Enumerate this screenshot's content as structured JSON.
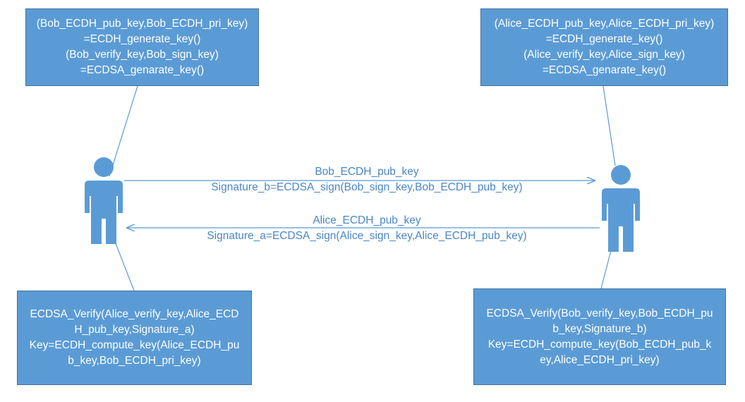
{
  "colors": {
    "box_fill": "#5b9bd5",
    "box_border": "#41719c",
    "box_text": "#ffffff",
    "actor": "#5b9bd5",
    "connector": "#5b9bd5",
    "message_text": "#4a86c5"
  },
  "bob_keys": {
    "lines": [
      "(Bob_ECDH_pub_key,Bob_ECDH_pri_key)",
      "=ECDH_generate_key()",
      "(Bob_verify_key,Bob_sign_key)",
      "=ECDSA_genarate_key()"
    ]
  },
  "alice_keys": {
    "lines": [
      "(Alice_ECDH_pub_key,Alice_ECDH_pri_key)",
      "=ECDH_generate_key()",
      "(Alice_verify_key,Alice_sign_key)",
      "=ECDSA_genarate_key()"
    ]
  },
  "bob_verify": {
    "lines": [
      "ECDSA_Verify(Alice_verify_key,Alice_ECD",
      "H_pub_key,Signature_a)",
      "Key=ECDH_compute_key(Alice_ECDH_pu",
      "b_key,Bob_ECDH_pri_key)"
    ]
  },
  "alice_verify": {
    "lines": [
      "ECDSA_Verify(Bob_verify_key,Bob_ECDH_pu",
      "b_key,Signature_b)",
      "Key=ECDH_compute_key(Bob_ECDH_pub_k",
      "ey,Alice_ECDH_pri_key)"
    ]
  },
  "messages": {
    "to_alice": [
      "Bob_ECDH_pub_key",
      "Signature_b=ECDSA_sign(Bob_sign_key,Bob_ECDH_pub_key)"
    ],
    "to_bob": [
      "Alice_ECDH_pub_key",
      "Signature_a=ECDSA_sign(Alice_sign_key,Alice_ECDH_pub_key)"
    ]
  },
  "icons": {
    "bob": "person-icon",
    "alice": "person-icon"
  }
}
